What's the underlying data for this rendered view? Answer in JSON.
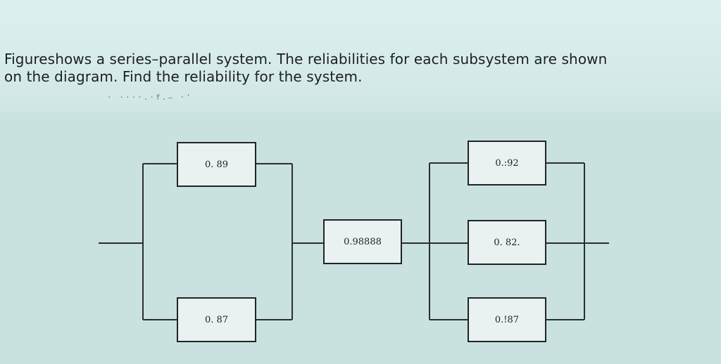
{
  "problem": {
    "line1_start": "Figure",
    "line1_rest": "shows a series–parallel system. The reliabilities for each subsystem are shown",
    "line2": "on the diagram. Find the reliability for the system."
  },
  "faint_text": "· ····.·f.– ·'",
  "diagram": {
    "first_parallel": [
      {
        "id": "r1",
        "label": "0. 89"
      },
      {
        "id": "r2",
        "label": "0. 87"
      }
    ],
    "series_block": {
      "id": "r3",
      "label": "0.98888"
    },
    "second_parallel": [
      {
        "id": "r4",
        "label": "0.:92"
      },
      {
        "id": "r5",
        "label": "0. 82."
      },
      {
        "id": "r6",
        "label": "0.!87"
      }
    ]
  }
}
